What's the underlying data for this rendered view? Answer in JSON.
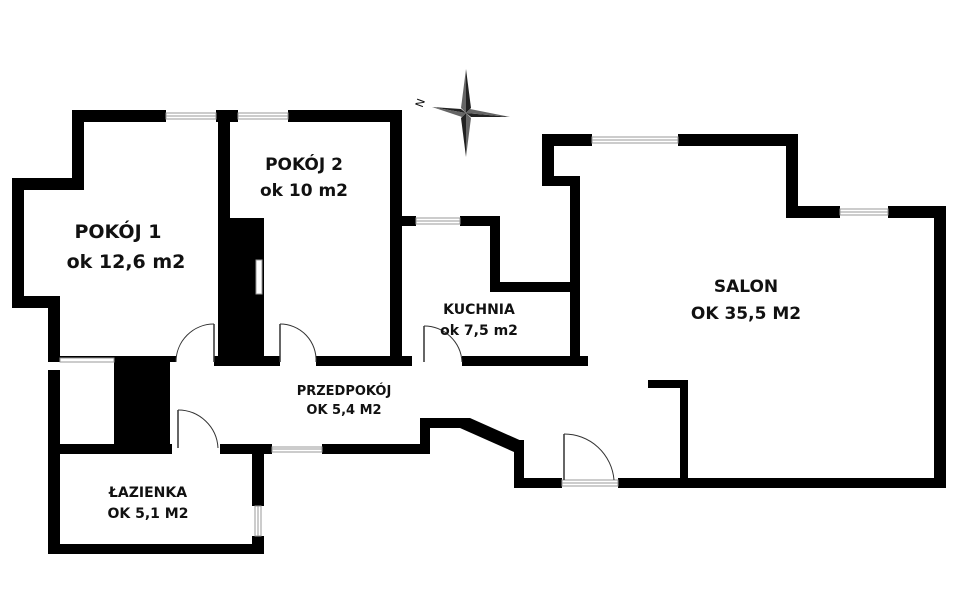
{
  "compass": {
    "label": "N"
  },
  "rooms": {
    "pokoj1": {
      "name": "POKÓJ 1",
      "area": "ok 12,6 m2"
    },
    "pokoj2": {
      "name": "POKÓJ 2",
      "area": "ok 10 m2"
    },
    "kuchnia": {
      "name": "KUCHNIA",
      "area": "ok 7,5 m2"
    },
    "salon": {
      "name": "SALON",
      "area": "OK 35,5 M2"
    },
    "przedpokoj": {
      "name": "PRZEDPOKÓJ",
      "area": "OK 5,4 M2"
    },
    "lazienka": {
      "name": "ŁAZIENKA",
      "area": "OK 5,1 M2"
    }
  }
}
